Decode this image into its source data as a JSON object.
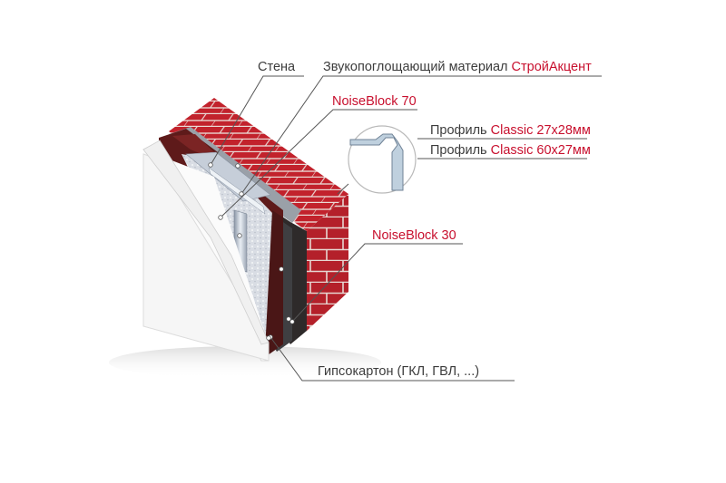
{
  "labels": {
    "wall": "Стена",
    "absorber": {
      "text": "Звукопоглощающий материал",
      "brand": "СтройАкцент"
    },
    "noiseblock70": "NoiseBlock 70",
    "profile1": {
      "prefix": "Профиль",
      "name": "Classic 27x28мм"
    },
    "profile2": {
      "prefix": "Профиль",
      "name": "Classic 60x27мм"
    },
    "noiseblock30": "NoiseBlock 30",
    "drywall": "Гипсокартон (ГКЛ, ГВЛ, ...)"
  },
  "colors": {
    "brick": "#b4202a",
    "mortar": "#e6d7d2",
    "label_dark": "#3c3c3c",
    "accent_red": "#c8102e",
    "membrane": "#5e1a1a",
    "drywall": "#ffffff"
  }
}
